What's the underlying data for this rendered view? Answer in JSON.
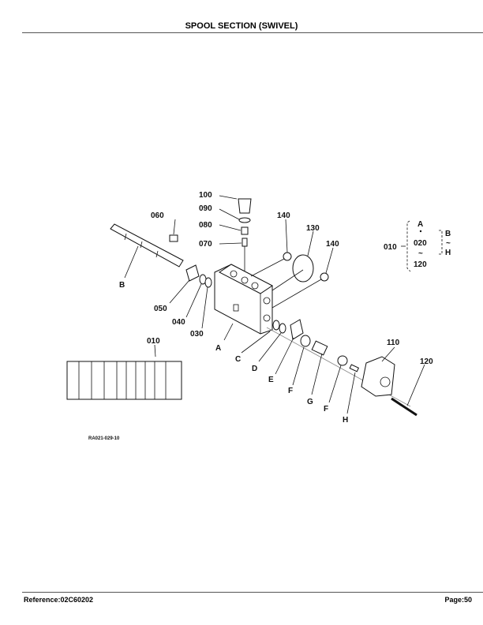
{
  "header": {
    "title": "SPOOL SECTION (SWIVEL)"
  },
  "footer": {
    "reference": "Reference:02C60202",
    "page": "Page:50"
  },
  "diagram": {
    "figure_id": "RA021-029-10",
    "callouts": {
      "p100": "100",
      "p090": "090",
      "p080": "080",
      "p070": "070",
      "p060": "060",
      "p140a": "140",
      "p130": "130",
      "p140b": "140",
      "p050": "050",
      "p040": "040",
      "p030": "030",
      "p010": "010",
      "p110": "110",
      "p120": "120",
      "A": "A",
      "B": "B",
      "C": "C",
      "D": "D",
      "E": "E",
      "F1": "F",
      "G": "G",
      "F2": "F",
      "H": "H"
    },
    "legend": {
      "assembly": "010",
      "top": "A",
      "from": "020",
      "tilde": "~",
      "to": "120",
      "sub_top": "B",
      "sub_tilde": "~",
      "sub_bottom": "H"
    }
  }
}
